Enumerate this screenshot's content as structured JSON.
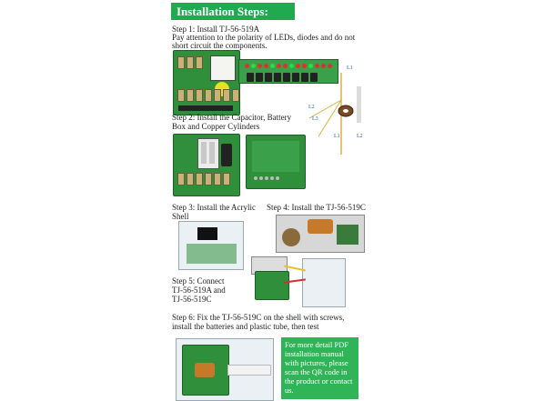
{
  "header": {
    "title": "Installation Steps:"
  },
  "steps": [
    {
      "text": "Step 1: Install TJ-56-519A"
    },
    {
      "text": "Pay attention to the polarity of LEDs, diodes and do not"
    },
    {
      "text": "short circuit the components."
    },
    {
      "text": "Step 2: Install the Capacitor, Battery"
    },
    {
      "text": "Box and Copper Cylinders"
    },
    {
      "text": "Step 3: Install the Acrylic"
    },
    {
      "text": "Shell"
    },
    {
      "text": "Step 4: Install the TJ-56-519C"
    },
    {
      "text": "Step 5: Connect"
    },
    {
      "text": "TJ-56-519A and"
    },
    {
      "text": "TJ-56-519C"
    },
    {
      "text": "Step 6: Fix the TJ-56-519C on the shell with screws,"
    },
    {
      "text": "install the batteries and plastic tube, then test"
    }
  ],
  "coil_labels": {
    "l1_top": "L1",
    "l2": "L2",
    "l3": "L3",
    "l1_bottom": "L1",
    "l2_alt": "L2"
  },
  "info": {
    "lines": [
      "For more detail PDF",
      "installation manual",
      "with pictures, please",
      "scan the QR code in",
      "the product or contact",
      "us."
    ]
  },
  "colors": {
    "accent": "#1faa4f",
    "pcb": "#2f8f3a",
    "info_bg": "#2fb457"
  }
}
